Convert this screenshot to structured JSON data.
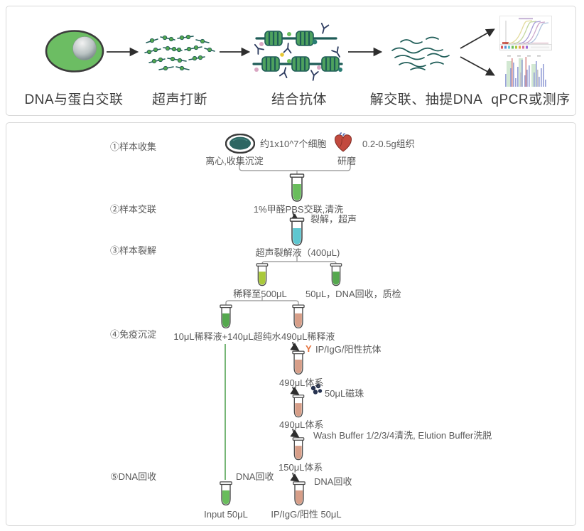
{
  "top_panel": {
    "stages": [
      {
        "label": "DNA与蛋白交联",
        "icon": "cell-icon"
      },
      {
        "label": "超声打断",
        "icon": "chromatin-fragments-icon"
      },
      {
        "label": "结合抗体",
        "icon": "antibody-binding-icon"
      },
      {
        "label": "解交联、抽提DNA",
        "icon": "dna-strands-icon"
      },
      {
        "label": "qPCR或测序",
        "icon": "qpcr-sequencing-icon"
      }
    ]
  },
  "flow": {
    "step1_label": "①样本收集",
    "step2_label": "②样本交联",
    "step3_label": "③样本裂解",
    "step4_label": "④免疫沉淀",
    "step5_label": "⑤DNA回收",
    "cells_amount": "约1x10^7个细胞",
    "tissue_amount": "0.2-0.5g组织",
    "dish_action": "离心,收集沉淀",
    "tissue_action": "研磨",
    "crosslink_note": "1%甲醛PBS交联,清洗",
    "lyse_note": "裂解，超声",
    "sonicate_note": "超声裂解液（400μL)",
    "dilute_note": "稀释至500μL",
    "qc_note": "50μL，DNA回收，质检",
    "input_mix_note": "10μL稀释液+140μL超纯水",
    "ip_dilution_note": "490μL稀释液",
    "antibody_symbol": "Y",
    "antibody_note": "IP/IgG/阳性抗体",
    "system_490_1": "490μL体系",
    "beads_note": "50μL磁珠",
    "system_490_2": "490μL体系",
    "wash_note": "Wash Buffer 1/2/3/4清洗, Elution Buffer洗脱",
    "system_150": "150μL体系",
    "dna_recover_left": "DNA回收",
    "dna_recover_right": "DNA回收",
    "input_tube_label": "Input 50μL",
    "ip_tube_label": "IP/IgG/阳性 50μL"
  },
  "colors": {
    "tube_green": "#69bd5c",
    "tube_cyan": "#5ec7d0",
    "tube_lime": "#a9c93a",
    "tube_mid_green": "#55a84e",
    "tube_salmon": "#d79e88",
    "antibody_orange": "#e4713c",
    "flow_line_green": "#4a9e4a",
    "panel_border": "#d8d8d8",
    "note_text_gray": "#5a5a5a",
    "dark_teal": "#1e5c57"
  }
}
